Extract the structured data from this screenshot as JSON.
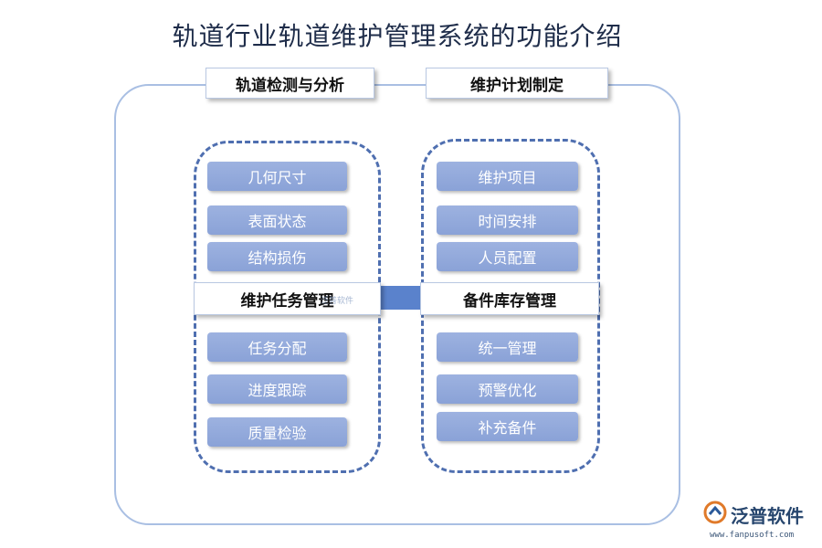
{
  "title": "轨道行业轨道维护管理系统的功能介绍",
  "sections": {
    "left_top": {
      "header": "轨道检测与分析",
      "items": [
        "几何尺寸",
        "表面状态",
        "结构损伤"
      ]
    },
    "right_top": {
      "header": "维护计划制定",
      "items": [
        "维护项目",
        "时间安排",
        "人员配置"
      ]
    },
    "left_bottom": {
      "header": "维护任务管理",
      "items": [
        "任务分配",
        "进度跟踪",
        "质量检验"
      ]
    },
    "right_bottom": {
      "header": "备件库存管理",
      "items": [
        "统一管理",
        "预警优化",
        "补充备件"
      ]
    }
  },
  "watermark": {
    "small": "泛普软件"
  },
  "brand": {
    "name": "泛普软件",
    "url": "www.fanpusoft.com"
  },
  "colors": {
    "pill": "#8aa2d7",
    "dashed_border": "#4f6fb0",
    "outer_border": "#a9bfe3",
    "connector": "#5a82cc"
  },
  "icons": {
    "brand_logo": "fanpu-logo-icon"
  }
}
